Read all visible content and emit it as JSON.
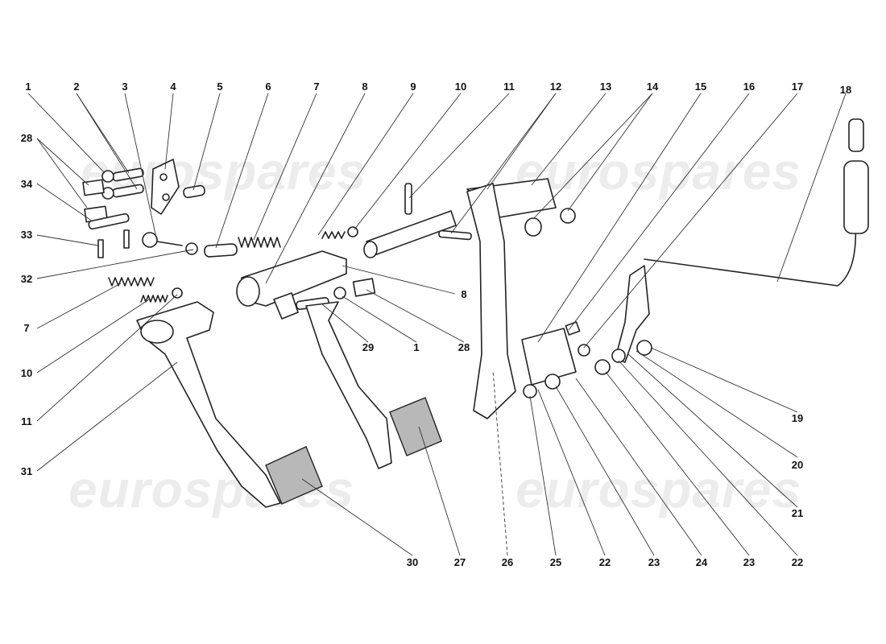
{
  "watermark": "eurospares",
  "callouts": {
    "top": [
      "1",
      "2",
      "3",
      "4",
      "5",
      "6",
      "7",
      "8",
      "9",
      "10",
      "11",
      "12",
      "13",
      "14",
      "15",
      "16",
      "17",
      "18"
    ],
    "left": [
      "28",
      "34",
      "33",
      "32",
      "7",
      "10",
      "11",
      "31"
    ],
    "middle": [
      "8",
      "29",
      "1",
      "28"
    ],
    "bottom": [
      "30",
      "27",
      "26",
      "25",
      "22",
      "23",
      "24",
      "23",
      "22"
    ],
    "right": [
      "19",
      "20",
      "21"
    ]
  }
}
